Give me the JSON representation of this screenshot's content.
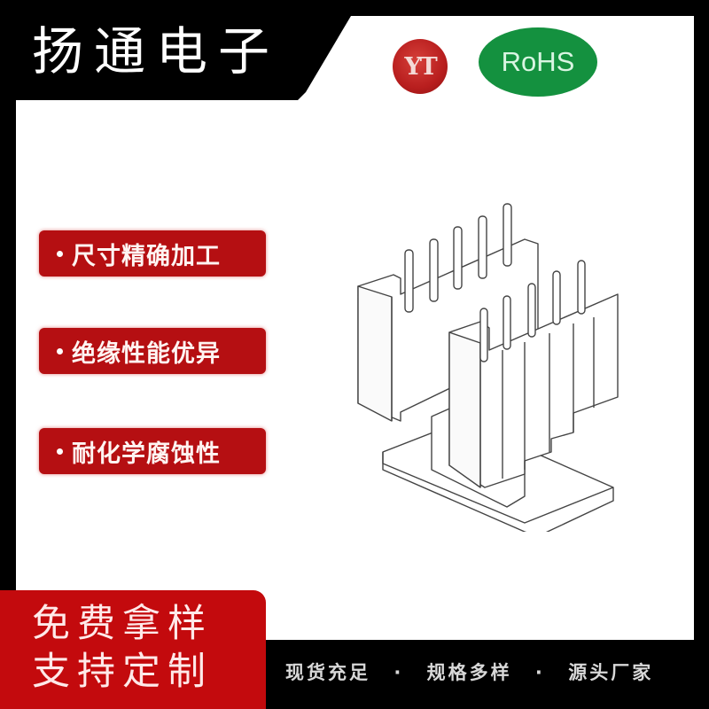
{
  "header": {
    "brand_title": "扬通电子"
  },
  "badges": {
    "logo_text": "YT",
    "rohs_label": "RoHS",
    "colors": {
      "logo_red": "#b81e1e",
      "rohs_green": "#14913f"
    }
  },
  "features": [
    {
      "label": "尺寸精确加工"
    },
    {
      "label": "绝缘性能优异"
    },
    {
      "label": "耐化学腐蚀性"
    }
  ],
  "product": {
    "image_description": "transformer bobbin with 10 pins, isometric line drawing"
  },
  "promo": {
    "line1": "免费拿样",
    "line2": "支持定制"
  },
  "footer": {
    "items": [
      "现货充足",
      "规格多样",
      "源头厂家"
    ],
    "separator": "·"
  },
  "colors": {
    "accent_red": "#c30a0d",
    "frame_black": "#000000"
  }
}
